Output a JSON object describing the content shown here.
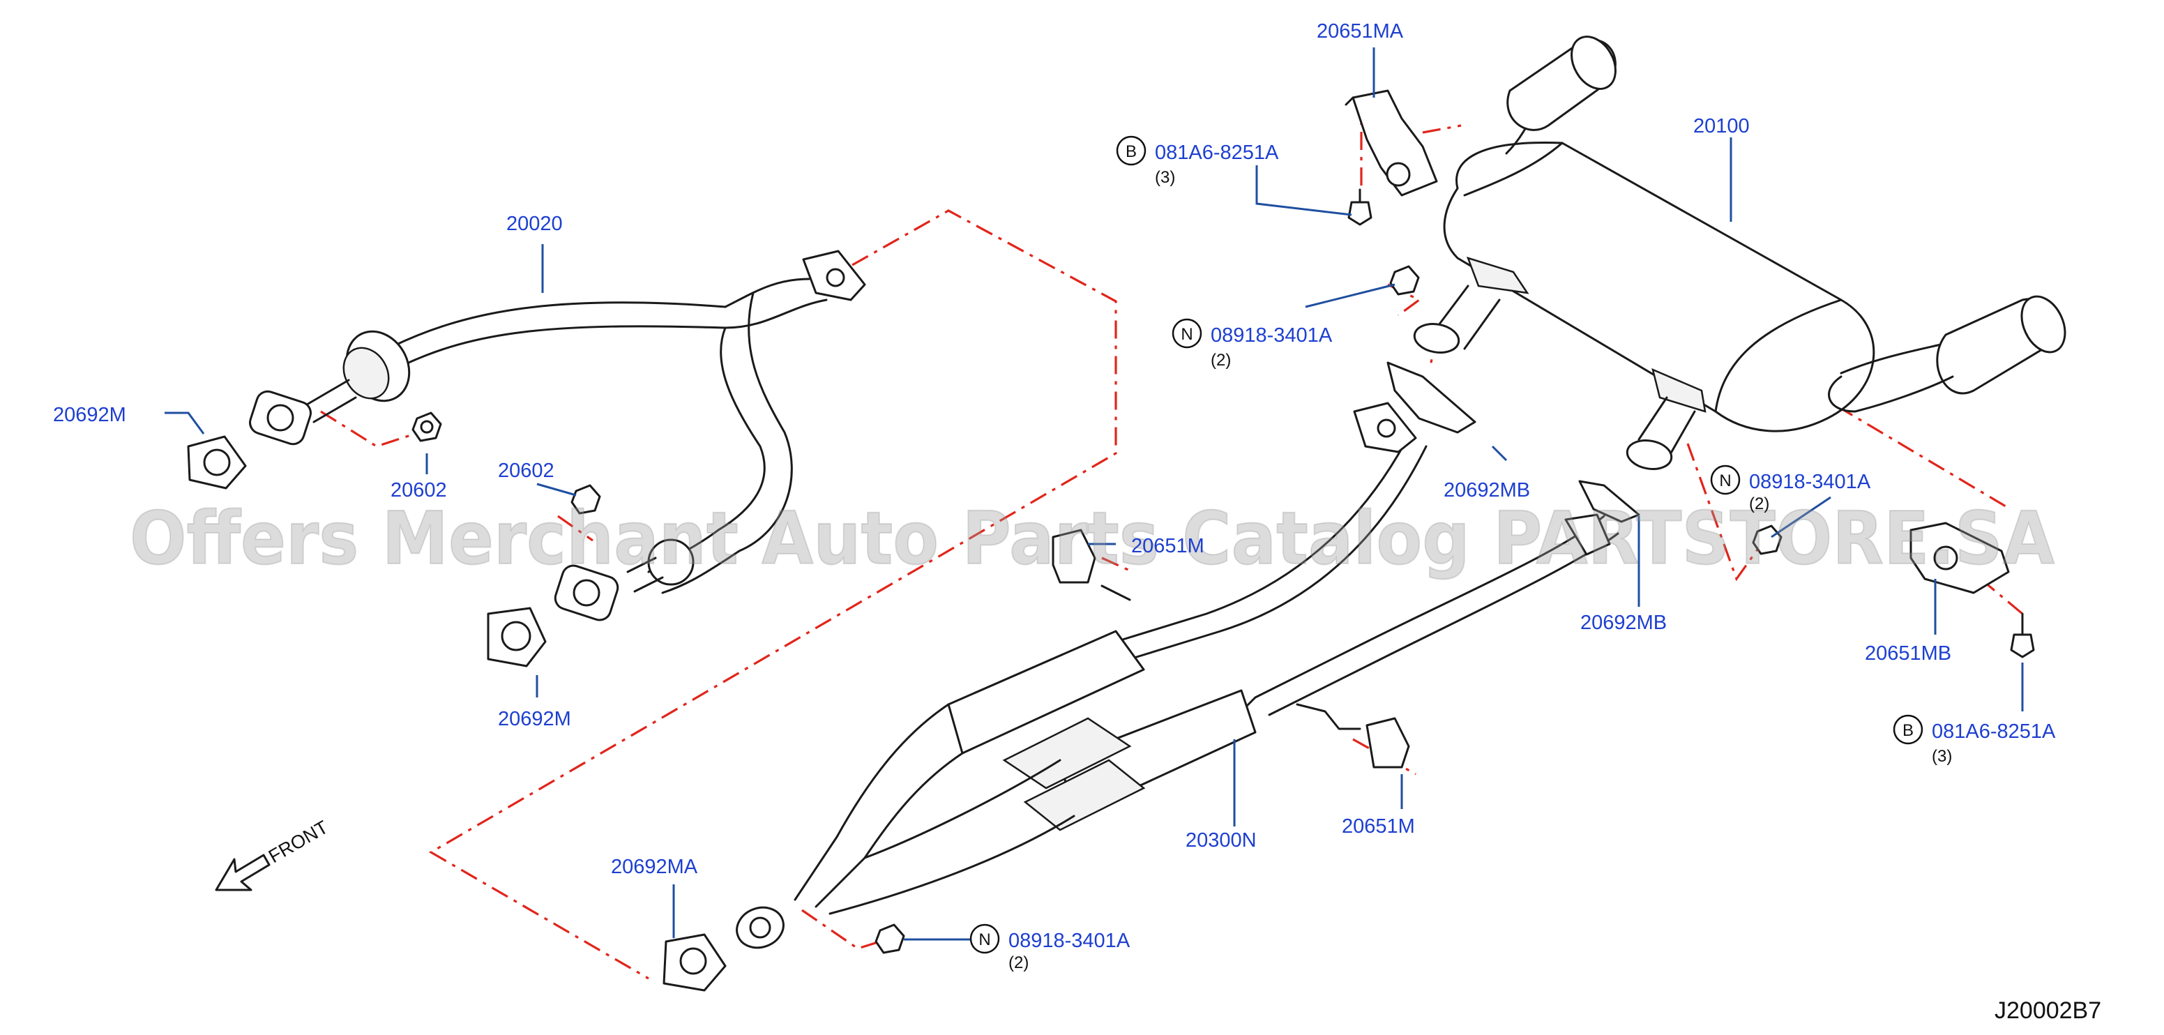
{
  "watermark": "Offers Merchant Auto Parts Catalog PARTSTORE.SA",
  "diagram_code": "J20002B7",
  "front_label": "FRONT",
  "colors": {
    "label": "#1d3fd0",
    "leader": "#1f4fa0",
    "dash": "#e1251b",
    "line": "#1a1a1a"
  },
  "labels": {
    "p20651MA": "20651MA",
    "p20100": "20100",
    "p20020": "20020",
    "p20692M_left": "20692M",
    "p20602_a": "20602",
    "p20602_b": "20602",
    "p20692M_mid": "20692M",
    "p20651M_top": "20651M",
    "p20692MB_a": "20692MB",
    "p20692MB_b": "20692MB",
    "p20651MB": "20651MB",
    "p20300N": "20300N",
    "p20651M_bottom": "20651M",
    "p20692MA": "20692MA"
  },
  "callouts": {
    "bolt_top": {
      "symbol": "B",
      "part": "081A6-8251A",
      "qty": "(3)"
    },
    "bolt_right": {
      "symbol": "B",
      "part": "081A6-8251A",
      "qty": "(3)"
    },
    "nut_top": {
      "symbol": "N",
      "part": "08918-3401A",
      "qty": "(2)"
    },
    "nut_right": {
      "symbol": "N",
      "part": "08918-3401A",
      "qty": "(2)"
    },
    "nut_bottom": {
      "symbol": "N",
      "part": "08918-3401A",
      "qty": "(2)"
    }
  }
}
